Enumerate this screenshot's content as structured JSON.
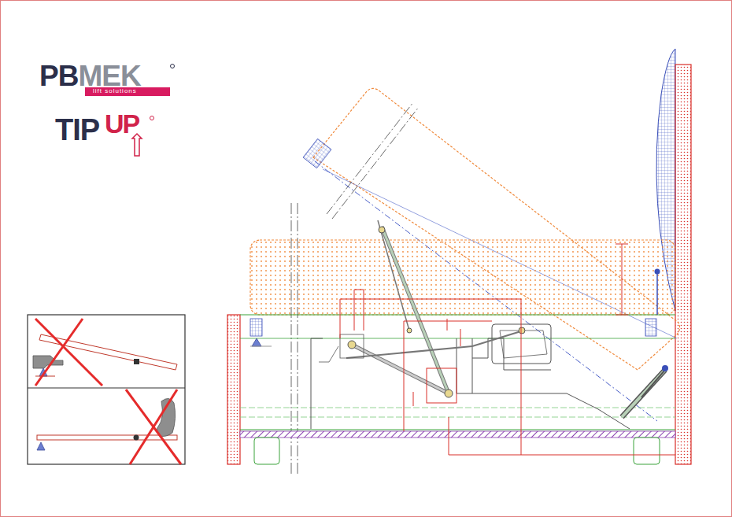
{
  "diagram": {
    "labels": [
      "PBMEK",
      "lift solutions",
      "TIP",
      "UP"
    ]
  }
}
